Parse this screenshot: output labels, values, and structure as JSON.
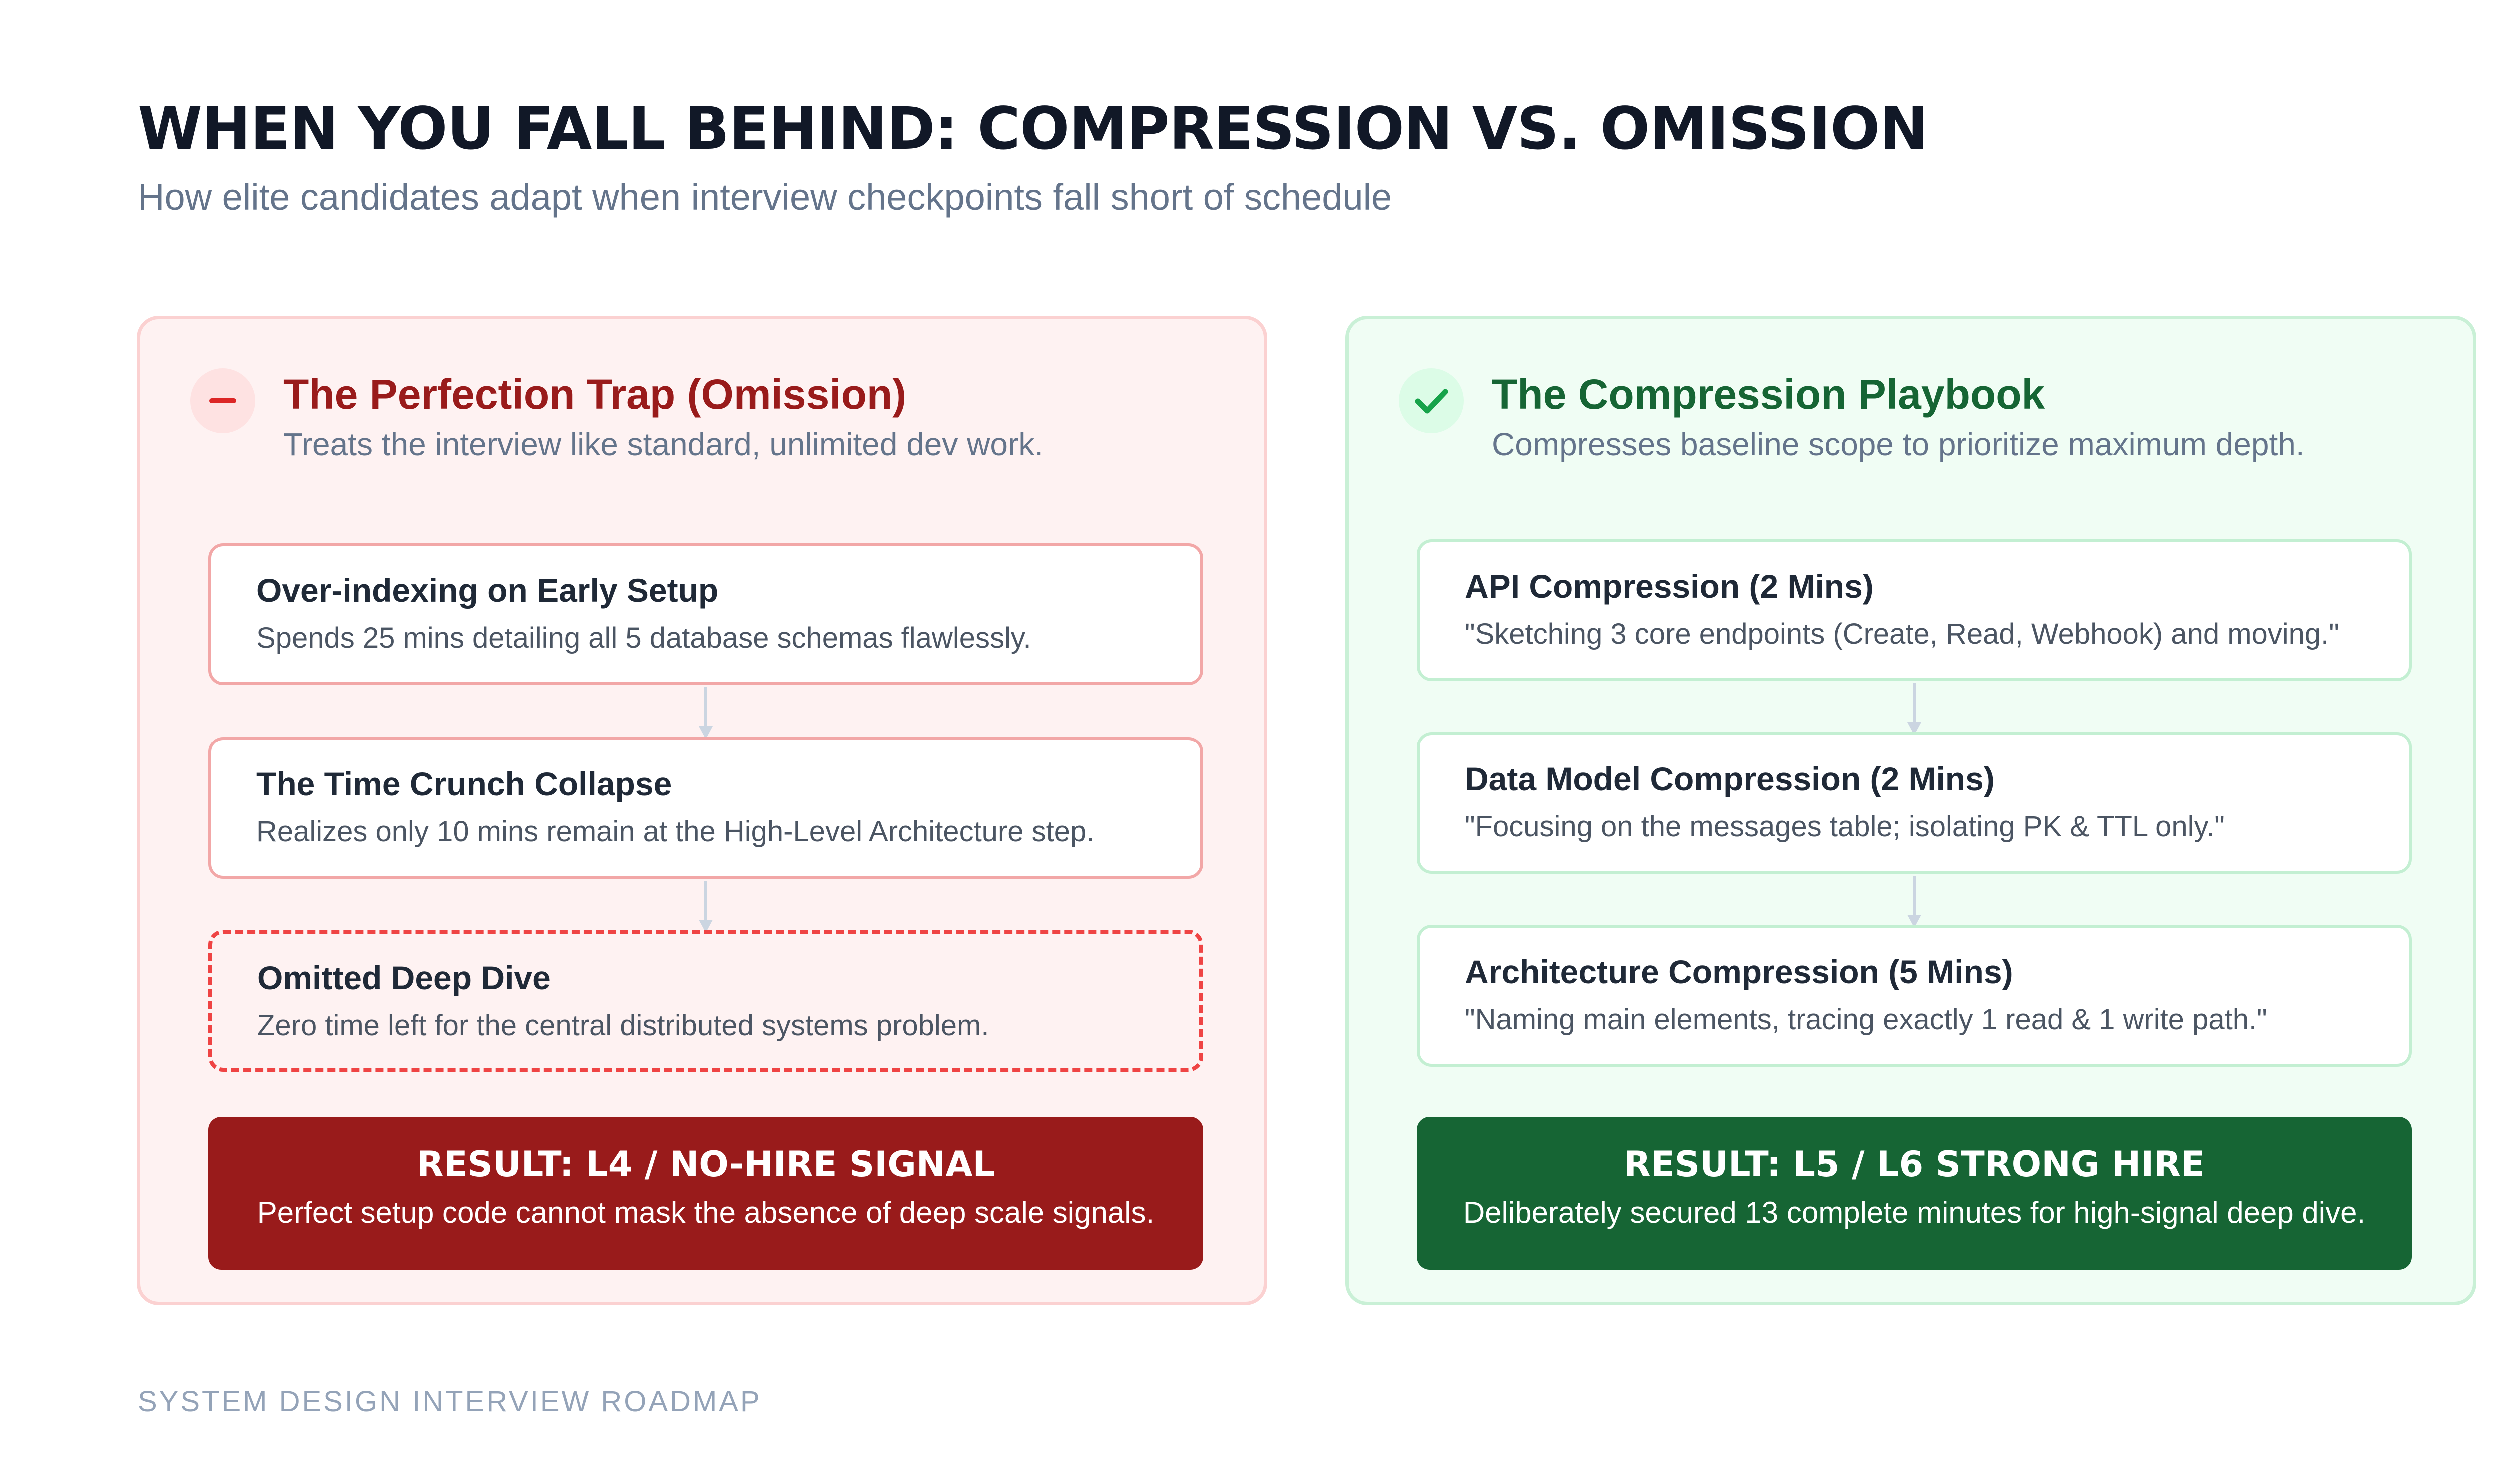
{
  "title": "WHEN YOU FALL BEHIND: COMPRESSION VS. OMISSION",
  "subtitle": "How elite candidates adapt when interview checkpoints fall short of schedule",
  "colors": {
    "omission_accent": "#991b1b",
    "omission_bg": "#fef2f2",
    "compression_accent": "#166534",
    "compression_bg": "#f0fdf4"
  },
  "panels": {
    "omission": {
      "icon": "minus-icon",
      "title": "The Perfection Trap (Omission)",
      "description": "Treats the interview like standard, unlimited dev work.",
      "steps": [
        {
          "title": "Over-indexing on Early Setup",
          "description": "Spends 25 mins detailing all 5 database schemas flawlessly."
        },
        {
          "title": "The Time Crunch Collapse",
          "description": "Realizes only 10 mins remain at the High-Level Architecture step."
        },
        {
          "title": "Omitted Deep Dive",
          "description": "Zero time left for the central distributed systems problem."
        }
      ],
      "result": {
        "title": "RESULT: L4 / NO-HIRE SIGNAL",
        "description": "Perfect setup code cannot mask the absence of deep scale signals."
      }
    },
    "compression": {
      "icon": "check-icon",
      "title": "The Compression Playbook",
      "description": "Compresses baseline scope to prioritize maximum depth.",
      "steps": [
        {
          "title": "API Compression (2 Mins)",
          "description": "\"Sketching 3 core endpoints (Create, Read, Webhook) and moving.\""
        },
        {
          "title": "Data Model Compression (2 Mins)",
          "description": "\"Focusing on the messages table; isolating PK & TTL only.\""
        },
        {
          "title": "Architecture Compression (5 Mins)",
          "description": "\"Naming main elements, tracing exactly 1 read & 1 write path.\""
        }
      ],
      "result": {
        "title": "RESULT: L5 / L6 STRONG HIRE",
        "description": "Deliberately secured 13 complete minutes for high-signal deep dive."
      }
    }
  },
  "footer": "SYSTEM DESIGN INTERVIEW ROADMAP"
}
